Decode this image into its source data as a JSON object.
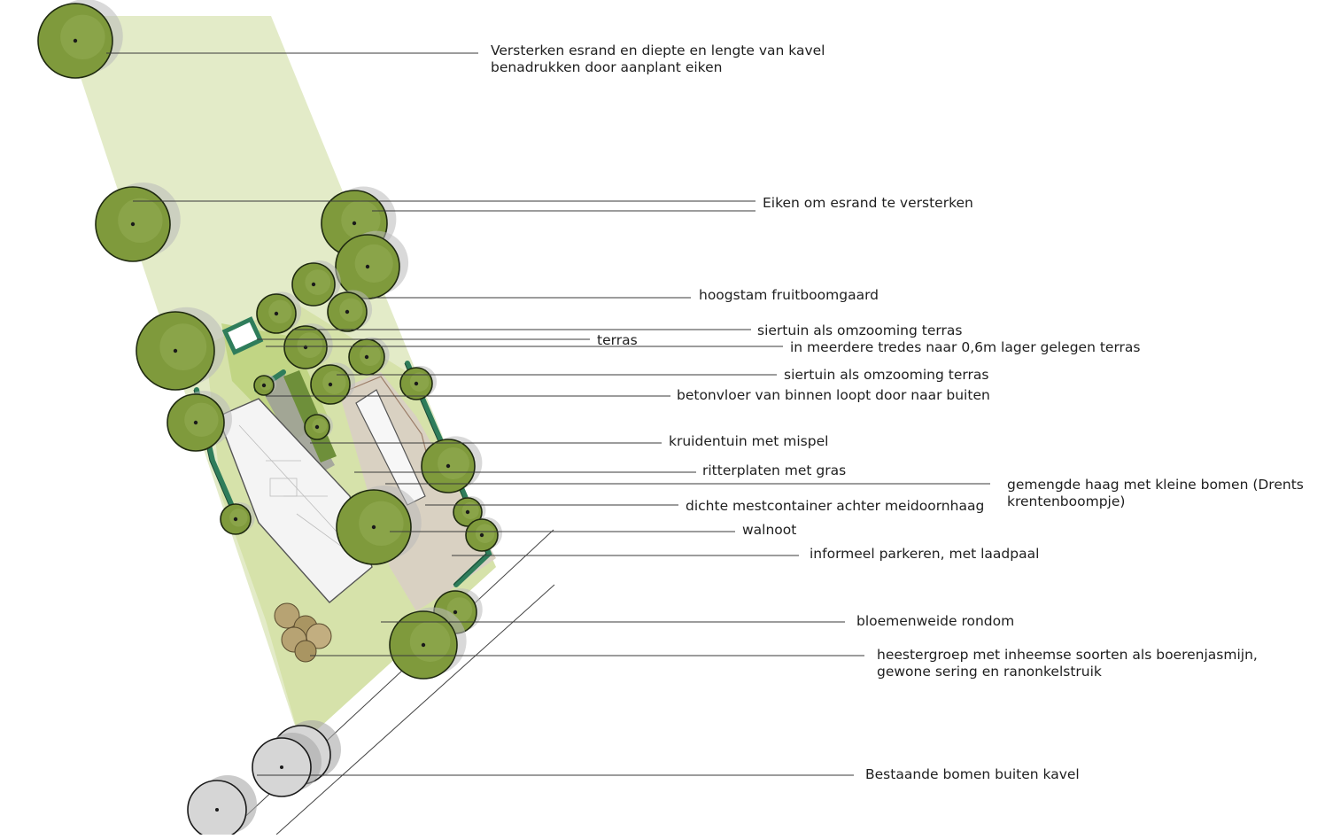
{
  "labels": [
    {
      "id": "esrand",
      "lines": [
        "Versterken esrand en diepte en lengte van kavel",
        "benadrukken door aanplant eiken"
      ]
    },
    {
      "id": "eiken",
      "lines": [
        "Eiken om esrand te versterken"
      ]
    },
    {
      "id": "hoogstam",
      "lines": [
        "hoogstam fruitboomgaard"
      ]
    },
    {
      "id": "siertuin1",
      "lines": [
        "siertuin als omzooming terras"
      ]
    },
    {
      "id": "terras",
      "lines": [
        "terras"
      ]
    },
    {
      "id": "tredes",
      "lines": [
        "in meerdere tredes naar 0,6m lager gelegen terras"
      ]
    },
    {
      "id": "siertuin2",
      "lines": [
        "siertuin als omzooming terras"
      ]
    },
    {
      "id": "betonvloer",
      "lines": [
        "betonvloer van binnen loopt door naar buiten"
      ]
    },
    {
      "id": "kruidentuin",
      "lines": [
        "kruidentuin met mispel"
      ]
    },
    {
      "id": "ritterplaten",
      "lines": [
        "ritterplaten met gras"
      ]
    },
    {
      "id": "haag",
      "lines": [
        "gemengde haag met kleine bomen (Drents",
        "krentenboompje)"
      ]
    },
    {
      "id": "mestcontainer",
      "lines": [
        "dichte mestcontainer achter meidoornhaag"
      ]
    },
    {
      "id": "walnoot",
      "lines": [
        "walnoot"
      ]
    },
    {
      "id": "parkeren",
      "lines": [
        "informeel parkeren, met laadpaal"
      ]
    },
    {
      "id": "bloemenweide",
      "lines": [
        "bloemenweide rondom"
      ]
    },
    {
      "id": "heestergroep",
      "lines": [
        "heestergroep met inheemse soorten als boerenjasmijn,",
        "gewone sering en ranonkelstruik"
      ]
    },
    {
      "id": "bestaande",
      "lines": [
        "Bestaande bomen buiten kavel"
      ]
    }
  ],
  "colors": {
    "plot": "#e3ebc8",
    "garden": "#c9db8e",
    "tree": "#7f9a3c",
    "hedge": "#2f7d5b",
    "paving": "#d9d1c2",
    "building": "#f4f4f4"
  }
}
